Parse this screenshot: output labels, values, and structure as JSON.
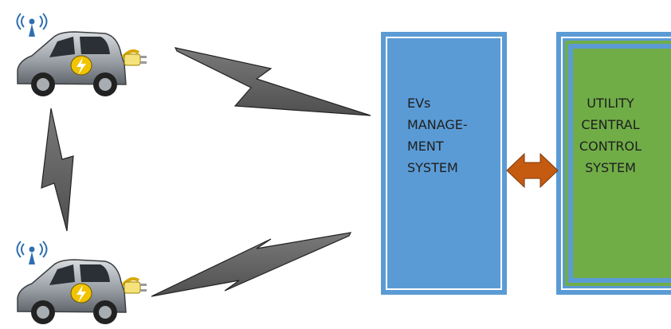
{
  "ev_management_system": {
    "lines": [
      "EVs",
      "MANAGE-",
      "MENT",
      "SYSTEM"
    ],
    "color": "#5b9bd5"
  },
  "utility_central_control_system": {
    "lines": [
      "UTILITY",
      "CENTRAL",
      "CONTROL",
      "SYSTEM"
    ],
    "color": "#70ad47"
  },
  "link_arrow_color": "#c55a11",
  "wireless_link_color": "#6b6b6b",
  "nodes": [
    {
      "name": "electric-car-top",
      "icon": "ev-with-plug-and-antenna"
    },
    {
      "name": "electric-car-bottom",
      "icon": "ev-with-plug-and-antenna"
    }
  ]
}
